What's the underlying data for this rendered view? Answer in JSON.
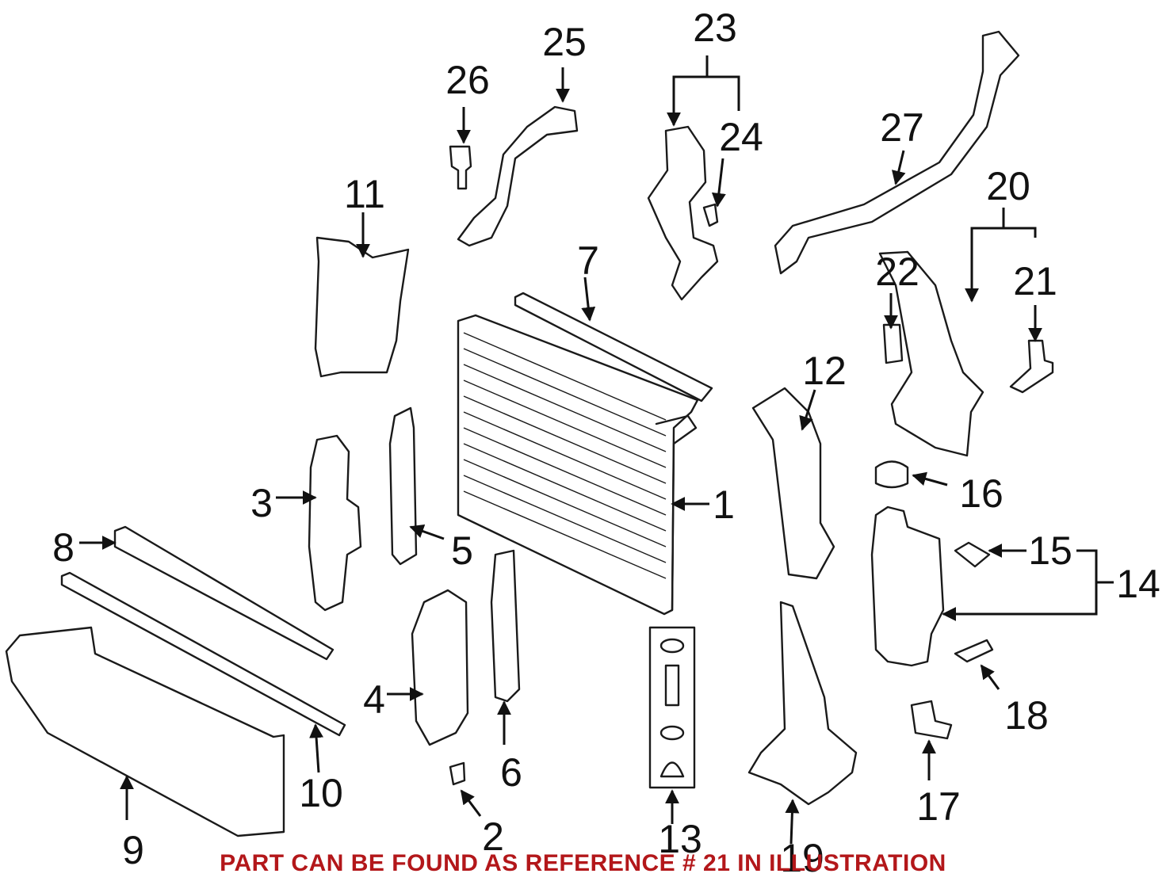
{
  "diagram": {
    "footnote": "PART CAN BE FOUND AS REFERENCE # 21 IN ILLUSTRATION",
    "colors": {
      "line": "#1a1a1a",
      "footnote": "#b3171a"
    },
    "callouts": [
      {
        "id": "1",
        "label": "1"
      },
      {
        "id": "2",
        "label": "2"
      },
      {
        "id": "3",
        "label": "3"
      },
      {
        "id": "4",
        "label": "4"
      },
      {
        "id": "5",
        "label": "5"
      },
      {
        "id": "6",
        "label": "6"
      },
      {
        "id": "7",
        "label": "7"
      },
      {
        "id": "8",
        "label": "8"
      },
      {
        "id": "9",
        "label": "9"
      },
      {
        "id": "10",
        "label": "10"
      },
      {
        "id": "11",
        "label": "11"
      },
      {
        "id": "12",
        "label": "12"
      },
      {
        "id": "13",
        "label": "13"
      },
      {
        "id": "14",
        "label": "14"
      },
      {
        "id": "15",
        "label": "15"
      },
      {
        "id": "16",
        "label": "16"
      },
      {
        "id": "17",
        "label": "17"
      },
      {
        "id": "18",
        "label": "18"
      },
      {
        "id": "19",
        "label": "19"
      },
      {
        "id": "20",
        "label": "20"
      },
      {
        "id": "21",
        "label": "21"
      },
      {
        "id": "22",
        "label": "22"
      },
      {
        "id": "23",
        "label": "23"
      },
      {
        "id": "24",
        "label": "24"
      },
      {
        "id": "25",
        "label": "25"
      },
      {
        "id": "26",
        "label": "26"
      },
      {
        "id": "27",
        "label": "27"
      }
    ]
  }
}
